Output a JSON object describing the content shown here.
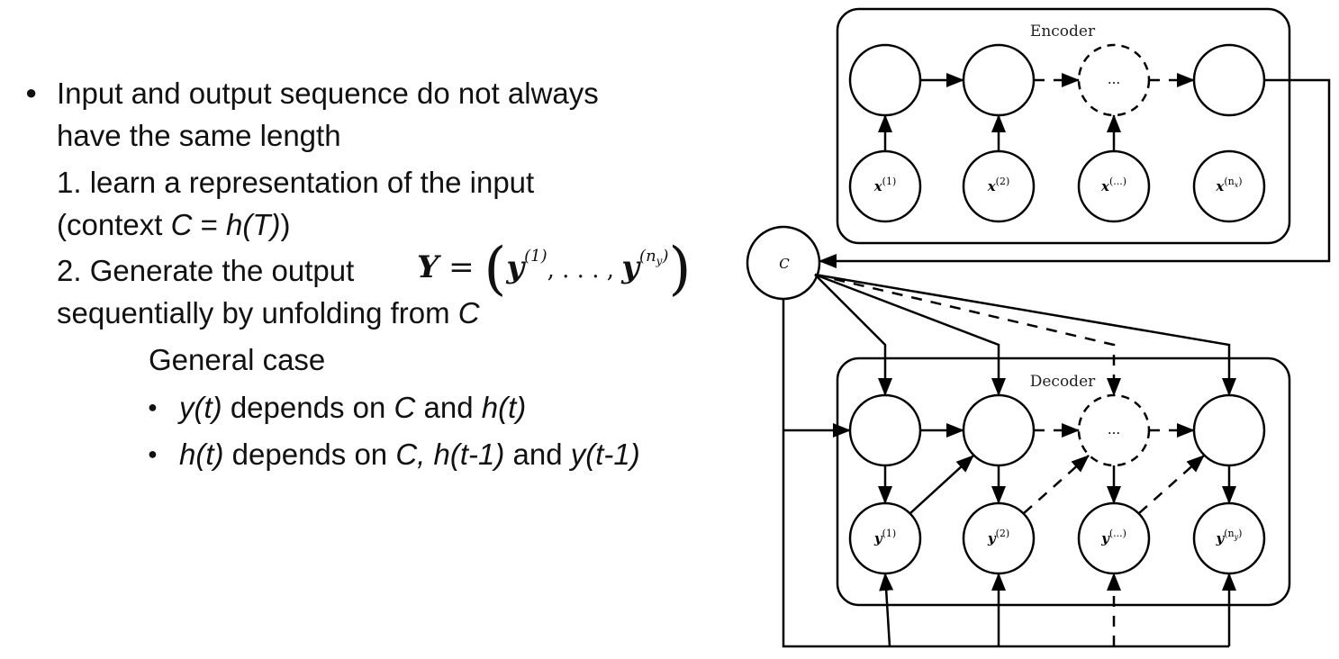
{
  "slide": {
    "bullet1": {
      "line1": "Input and output sequence do not always",
      "line2": "have the same length"
    },
    "step1": {
      "line1": "1. learn a representation of the input",
      "line2_prefix": "(context ",
      "line2_C": "C",
      "line2_eq": " = ",
      "line2_h": "h(T)",
      "line2_suffix": ")"
    },
    "step2": {
      "line1": "2. Generate the output",
      "line2_prefix": "sequentially by unfolding from ",
      "line2_C": "C"
    },
    "formula": {
      "lhs": "Y",
      "eq": " = ",
      "y": "y",
      "sup1": "(1)",
      "dots": ", . . . , ",
      "sup_n": "(n",
      "sup_n_sub": "y",
      "sup_close": ")"
    },
    "general_case": {
      "heading": "General case",
      "item1": {
        "a": "y(t)",
        "b": " depends on ",
        "c": "C",
        "d": " and ",
        "e": "h(t)"
      },
      "item2": {
        "a": "h(t)",
        "b": " depends on ",
        "c": "C, h(t-1)",
        "d": " and ",
        "e": "y(t-1)"
      }
    }
  },
  "diagram": {
    "encoder_title": "Encoder",
    "decoder_title": "Decoder",
    "context_label": "C",
    "ellipsis": "...",
    "encoder_inputs": [
      {
        "base": "x",
        "sup": "(1)"
      },
      {
        "base": "x",
        "sup": "(2)"
      },
      {
        "base": "x",
        "sup": "(...)"
      },
      {
        "base": "x",
        "sup": "(n",
        "sub": "x",
        "close": ")"
      }
    ],
    "decoder_outputs": [
      {
        "base": "y",
        "sup": "(1)"
      },
      {
        "base": "y",
        "sup": "(2)"
      },
      {
        "base": "y",
        "sup": "(...)"
      },
      {
        "base": "y",
        "sup": "(n",
        "sub": "y",
        "close": ")"
      }
    ]
  }
}
